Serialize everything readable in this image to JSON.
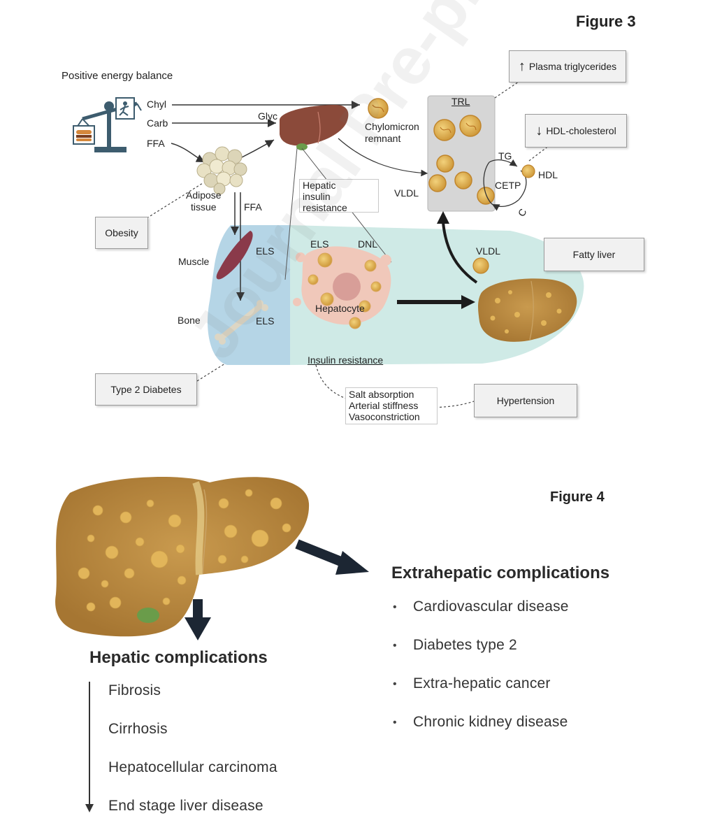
{
  "figure3": {
    "label": "Figure 3",
    "positive_energy_balance": "Positive energy balance",
    "inputs": [
      "Chyl",
      "Carb",
      "FFA"
    ],
    "glyc": "Glyc",
    "chylomicron_remnant": "Chylomicron\nremnant",
    "adipose_tissue": "Adipose\ntissue",
    "ffa_down": "FFA",
    "hepatic_insulin_resistance": "Hepatic\ninsulin\nresistance",
    "vldl_left": "VLDL",
    "trl": "TRL",
    "tg": "TG",
    "cetp": "CETP",
    "c": "C",
    "hdl": "HDL",
    "vldl_lower": "VLDL",
    "muscle": "Muscle",
    "bone": "Bone",
    "els_muscle": "ELS",
    "els_bone": "ELS",
    "els_hep": "ELS",
    "dnl": "DNL",
    "hepatocyte": "Hepatocyte",
    "insulin_resistance": "Insulin resistance",
    "salt_box": [
      "Salt absorption",
      "Arterial stiffness",
      "Vasoconstriction"
    ],
    "plasma_triglycerides": "Plasma triglycerides",
    "plasma_arrow": "↑",
    "hdl_cholesterol": "HDL-cholesterol",
    "hdl_arrow": "↓",
    "obesity": "Obesity",
    "fatty_liver": "Fatty liver",
    "type2_diabetes": "Type 2 Diabetes",
    "hypertension": "Hypertension",
    "watermark": "Journal Pre-proof"
  },
  "figure4": {
    "label": "Figure 4",
    "hepatic_heading": "Hepatic complications",
    "hepatic_items": [
      "Fibrosis",
      "Cirrhosis",
      "Hepatocellular carcinoma",
      "End stage liver disease"
    ],
    "extrahepatic_heading": "Extrahepatic complications",
    "extrahepatic_items": [
      "Cardiovascular disease",
      "Diabetes type 2",
      "Extra-hepatic cancer",
      "Chronic kidney disease"
    ],
    "bullet": "•"
  },
  "colors": {
    "liver_brown": "#8b4a3a",
    "fatty_liver": "#b88c45",
    "fat_droplet": "#e2b55a",
    "blue_region": "#b5d5e6",
    "teal_region": "#cfeae6",
    "trl_box": "#d6d6d6",
    "muscle": "#8a3a4a",
    "arrow_dark": "#1c2633"
  }
}
